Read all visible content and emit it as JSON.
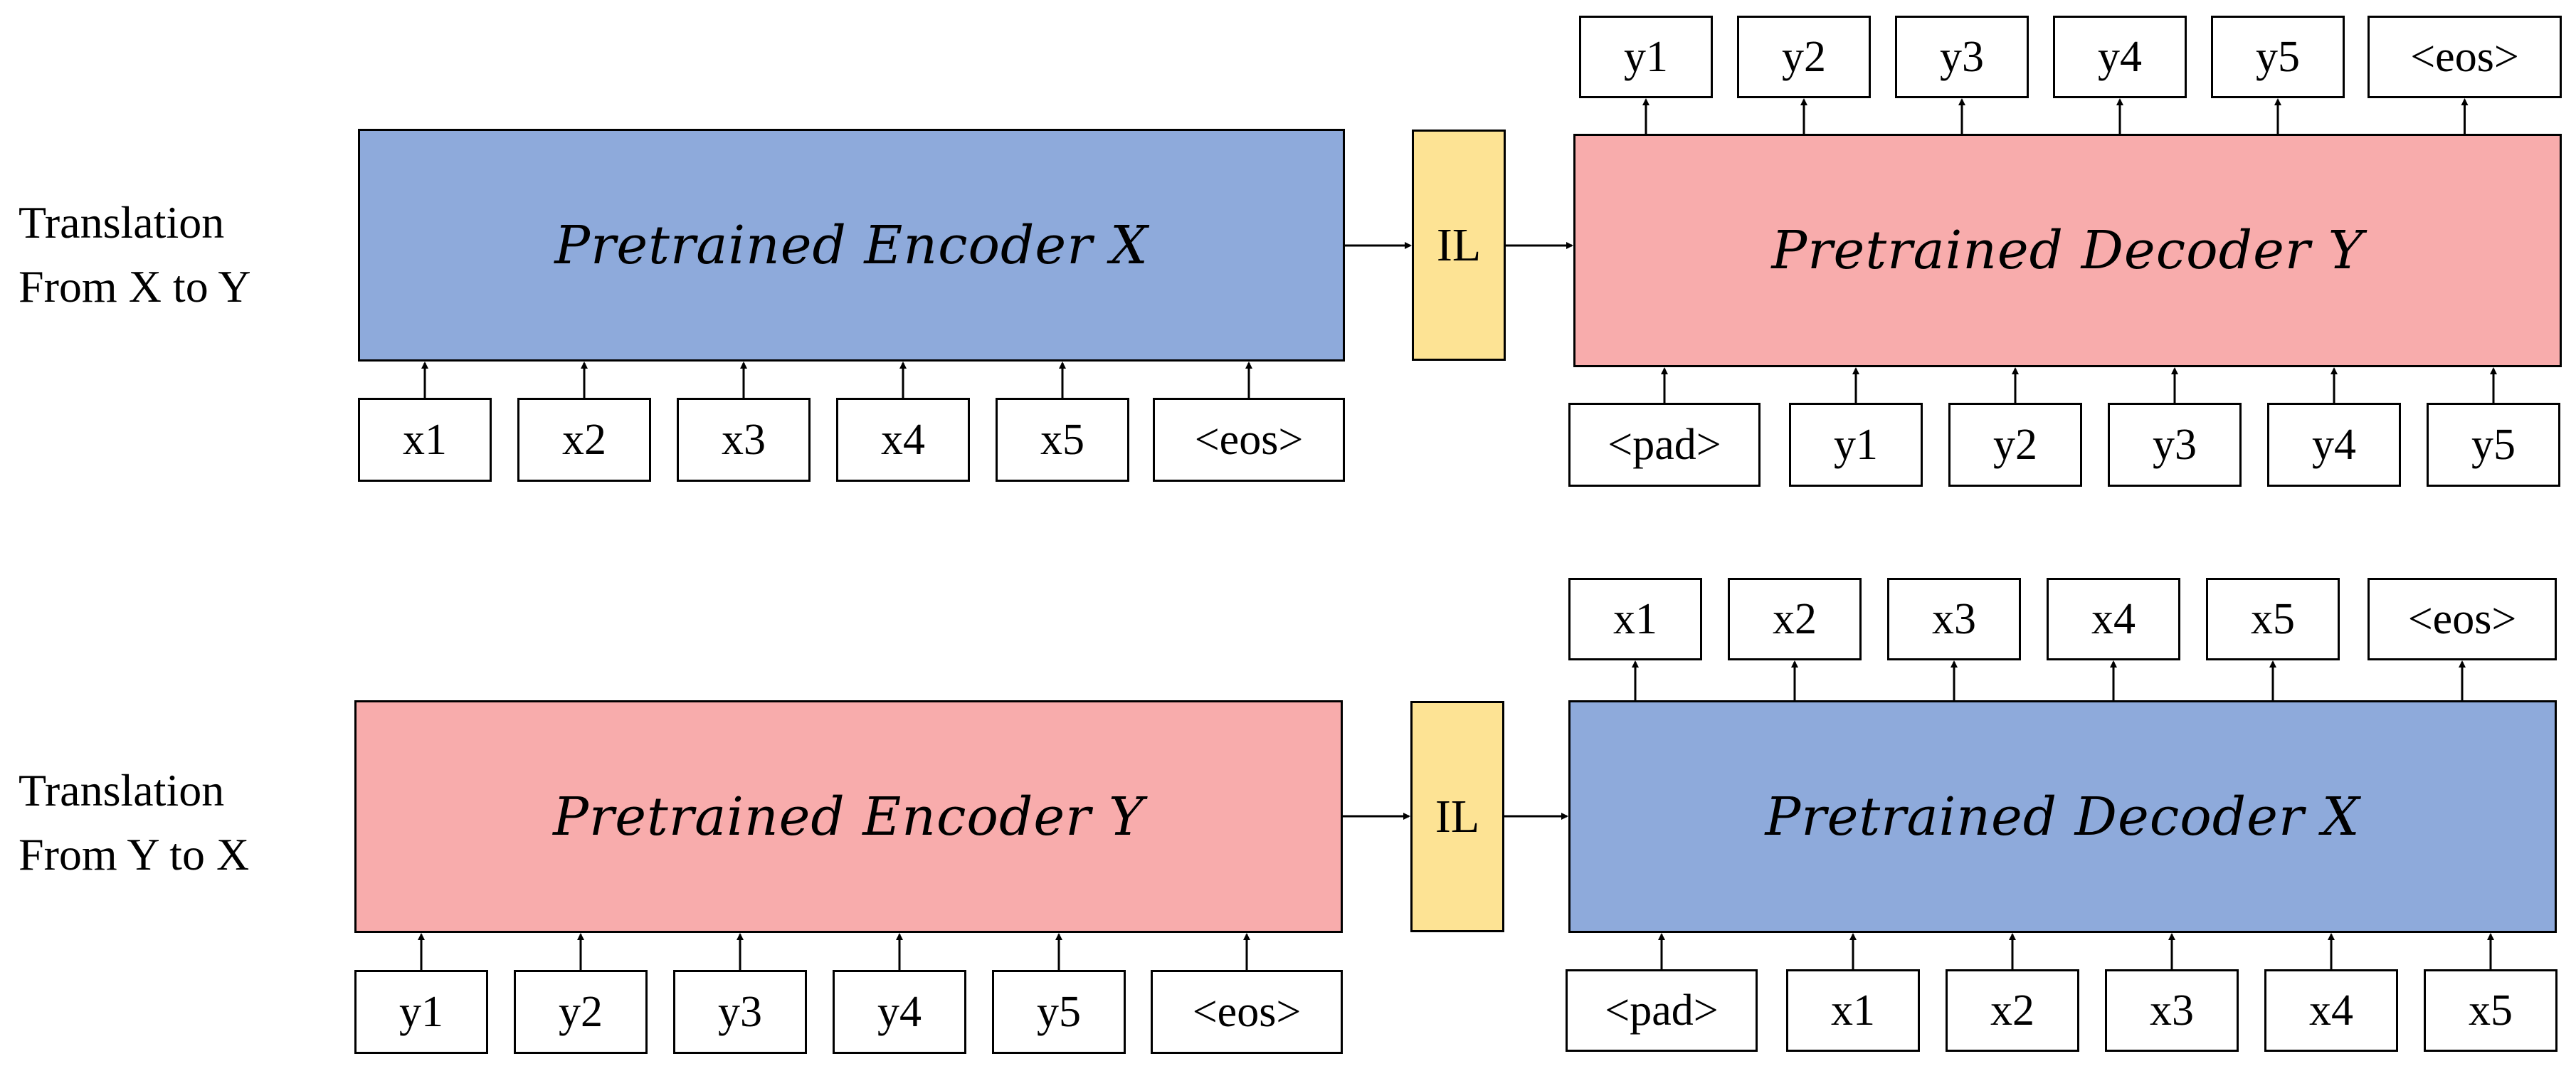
{
  "colors": {
    "blue": "#8eaadb",
    "pink": "#f8acac",
    "yellow": "#fde394",
    "stroke": "#000000"
  },
  "rows": [
    {
      "label_line1": "Translation",
      "label_line2": "From X to Y",
      "encoder_label": "Pretrained Encoder X",
      "encoder_color": "blue",
      "il_label": "IL",
      "decoder_label": "Pretrained Decoder Y",
      "decoder_color": "pink",
      "encoder_inputs": [
        "x1",
        "x2",
        "x3",
        "x4",
        "x5",
        "<eos>"
      ],
      "decoder_inputs": [
        "<pad>",
        "y1",
        "y2",
        "y3",
        "y4",
        "y5"
      ],
      "decoder_outputs": [
        "y1",
        "y2",
        "y3",
        "y4",
        "y5",
        "<eos>"
      ]
    },
    {
      "label_line1": "Translation",
      "label_line2": "From Y to X",
      "encoder_label": "Pretrained Encoder Y",
      "encoder_color": "pink",
      "il_label": "IL",
      "decoder_label": "Pretrained Decoder X",
      "decoder_color": "blue",
      "encoder_inputs": [
        "y1",
        "y2",
        "y3",
        "y4",
        "y5",
        "<eos>"
      ],
      "decoder_inputs": [
        "<pad>",
        "x1",
        "x2",
        "x3",
        "x4",
        "x5"
      ],
      "decoder_outputs": [
        "x1",
        "x2",
        "x3",
        "x4",
        "x5",
        "<eos>"
      ]
    }
  ]
}
